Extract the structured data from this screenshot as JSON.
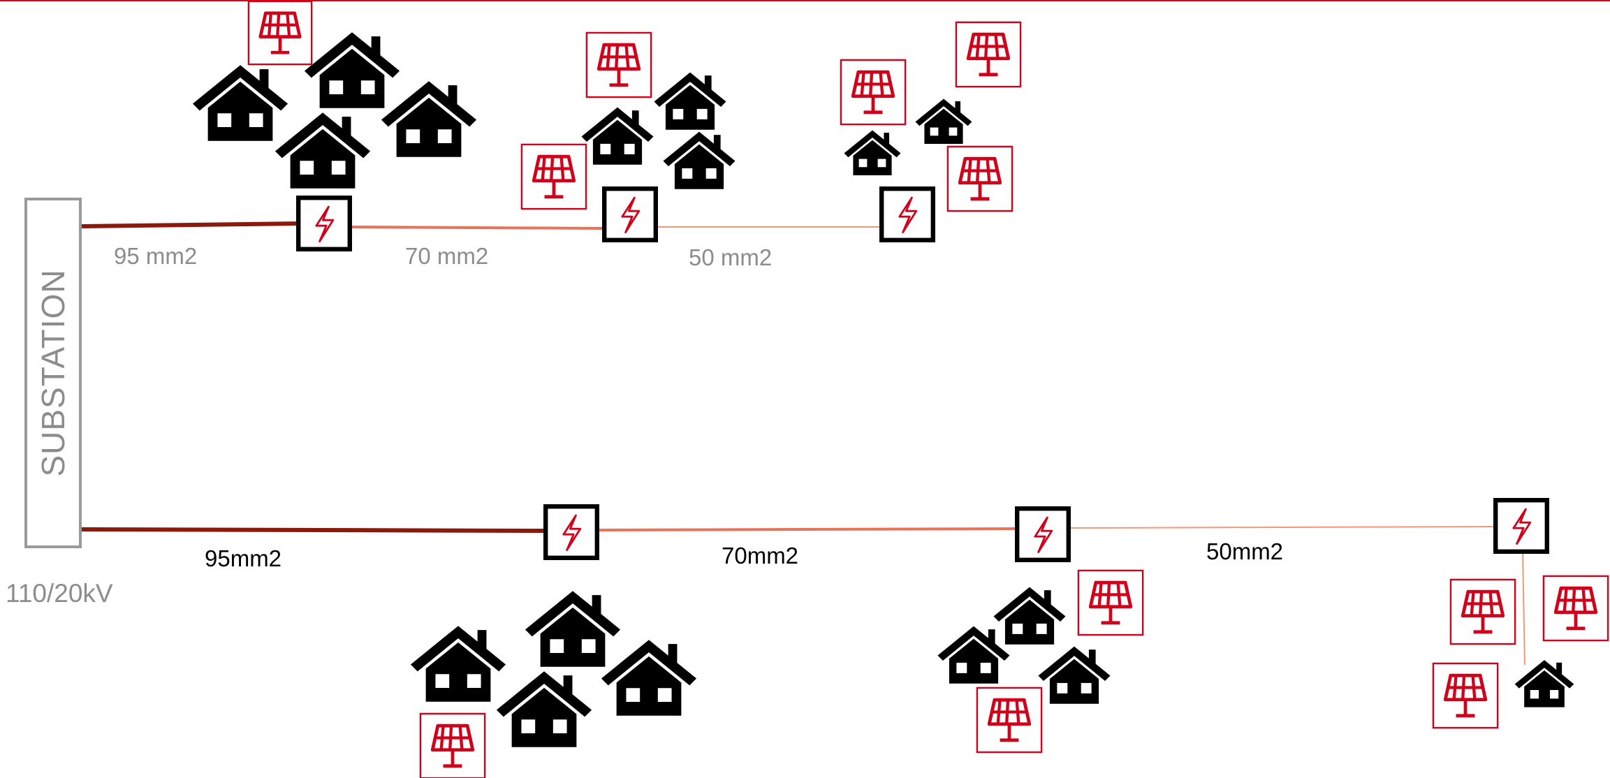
{
  "substation": {
    "label": "SUBSTATION",
    "voltage": "110/20kV"
  },
  "feeders": [
    {
      "segments": [
        "95 mm2",
        "70 mm2",
        "50 mm2"
      ]
    },
    {
      "segments": [
        "95mm2",
        "70mm2",
        "50mm2"
      ]
    }
  ],
  "colors": {
    "line_95": "#8b1a0e",
    "line_70": "#e8735a",
    "line_50": "#f0987f",
    "accent_red": "#d0021b",
    "substation_grey": "#9a9a9a",
    "house": "#000000"
  },
  "icons": {
    "house": "house-icon",
    "solar": "solar-panel-icon",
    "node": "lightning-bolt-icon"
  }
}
